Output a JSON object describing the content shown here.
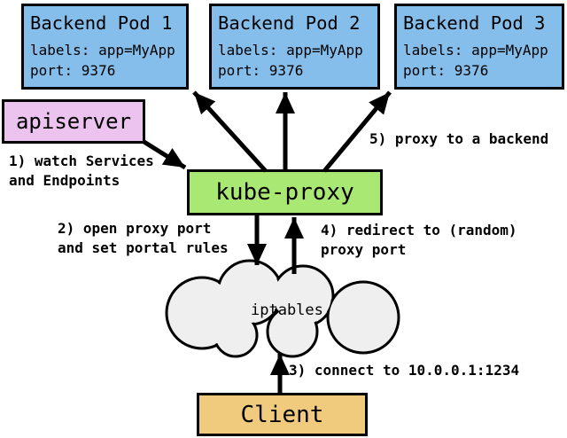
{
  "colors": {
    "pod_fill": "#85BEEB",
    "apiserver_fill": "#ECC3EE",
    "kube_proxy_fill": "#A9E873",
    "client_fill": "#F0CB7E",
    "cloud_fill": "#EFEFEF",
    "line_color": "#000000"
  },
  "pods": [
    {
      "title": "Backend Pod 1",
      "labels_line": "labels: app=MyApp",
      "port_line": "port: 9376"
    },
    {
      "title": "Backend Pod 2",
      "labels_line": "labels: app=MyApp",
      "port_line": "port: 9376"
    },
    {
      "title": "Backend Pod 3",
      "labels_line": "labels: app=MyApp",
      "port_line": "port: 9376"
    }
  ],
  "apiserver": {
    "label": "apiserver"
  },
  "kube_proxy": {
    "label": "kube-proxy"
  },
  "cloud": {
    "label": "iptables"
  },
  "client": {
    "label": "Client"
  },
  "annotations": {
    "step1": {
      "lines": [
        "1) watch Services",
        "and Endpoints"
      ]
    },
    "step2": {
      "lines": [
        "2) open proxy port",
        "and set portal rules"
      ]
    },
    "step3": {
      "lines": [
        "3) connect to 10.0.0.1:1234"
      ]
    },
    "step4": {
      "lines": [
        "4) redirect to (random)",
        "proxy port"
      ]
    },
    "step5": {
      "lines": [
        "5) proxy to a backend"
      ]
    }
  },
  "connections": [
    {
      "step": "1",
      "from": "apiserver",
      "to": "kube-proxy"
    },
    {
      "step": "2",
      "from": "kube-proxy",
      "to": "iptables"
    },
    {
      "step": "3",
      "from": "Client",
      "to": "iptables"
    },
    {
      "step": "4",
      "from": "iptables",
      "to": "kube-proxy"
    },
    {
      "step": "5",
      "from": "kube-proxy",
      "to": "Backend Pod 3"
    },
    {
      "step": "",
      "from": "kube-proxy",
      "to": "Backend Pod 1"
    },
    {
      "step": "",
      "from": "kube-proxy",
      "to": "Backend Pod 2"
    }
  ]
}
